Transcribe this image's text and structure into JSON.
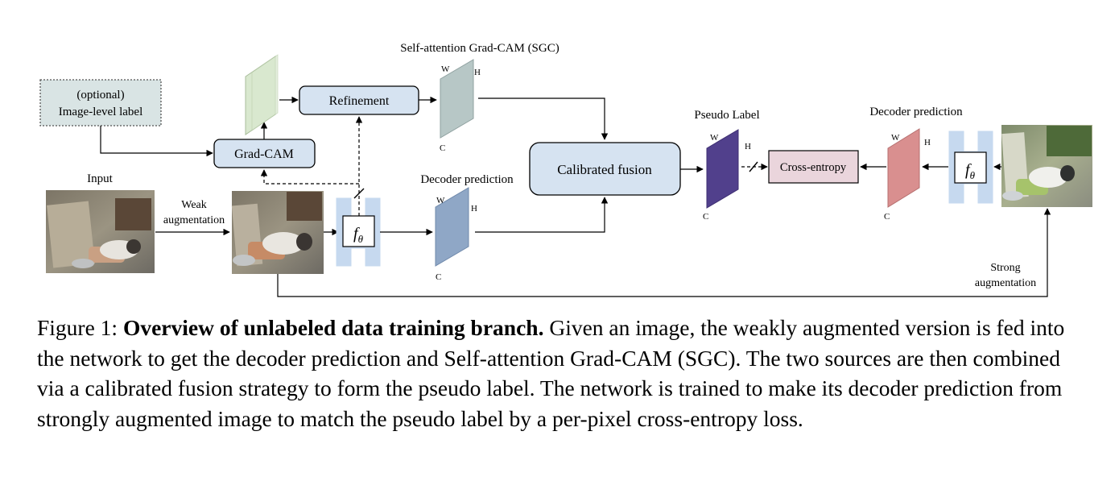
{
  "diagram": {
    "optional_label_line1": "(optional)",
    "optional_label_line2": "Image-level label",
    "refinement": "Refinement",
    "gradcam": "Grad-CAM",
    "sgc_title": "Self-attention Grad-CAM (SGC)",
    "input_label": "Input",
    "weak_aug_line1": "Weak",
    "weak_aug_line2": "augmentation",
    "decoder_prediction_left": "Decoder prediction",
    "calibrated_fusion": "Calibrated fusion",
    "pseudo_label": "Pseudo Label",
    "cross_entropy": "Cross-entropy",
    "decoder_prediction_right": "Decoder prediction",
    "strong_aug_line1": "Strong",
    "strong_aug_line2": "augmentation",
    "dim_w": "W",
    "dim_h": "H",
    "dim_c": "C",
    "f_theta": "f",
    "f_theta_sub": "θ",
    "colors": {
      "gradcam_map": "#d9e8cf",
      "sgc_map": "#b7c7c6",
      "decoder_map": "#8fa7c6",
      "pseudo_label_map": "#51408c",
      "decoder_right_map": "#d98f8f",
      "box_fill": "#d6e3f1",
      "optional_fill": "#d9e4e4",
      "cross_entropy_fill": "#ead5dc",
      "network_block": "#c6d9ef"
    }
  },
  "caption": {
    "prefix": "Figure 1: ",
    "bold": "Overview of unlabeled data training branch.",
    "text": " Given an image, the weakly augmented version is fed into the network to get the decoder prediction and Self-attention Grad-CAM (SGC). The two sources are then combined via a calibrated fusion strategy to form the pseudo label. The network is trained to make its decoder prediction from strongly augmented image to match the pseudo label by a per-pixel cross-entropy loss."
  }
}
